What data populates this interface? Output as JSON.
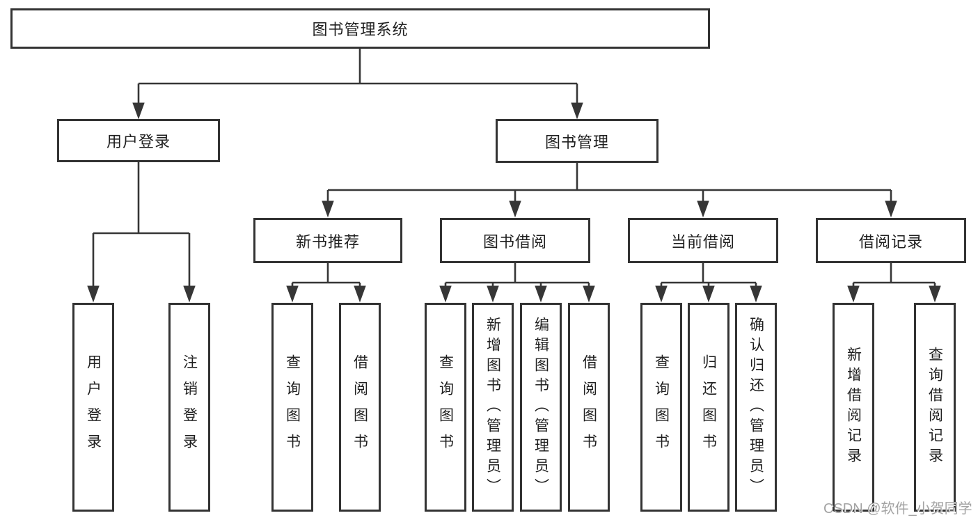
{
  "diagram_title": "图书管理系统",
  "tree": {
    "root": {
      "label": "图书管理系统",
      "children": [
        {
          "label": "用户登录",
          "children": [
            {
              "label": "用户登录"
            },
            {
              "label": "注销登录"
            }
          ]
        },
        {
          "label": "图书管理",
          "children": [
            {
              "label": "新书推荐",
              "children": [
                {
                  "label": "查询图书"
                },
                {
                  "label": "借阅图书"
                }
              ]
            },
            {
              "label": "图书借阅",
              "children": [
                {
                  "label": "查询图书"
                },
                {
                  "label": "新增图书（管理员）"
                },
                {
                  "label": "编辑图书（管理员）"
                },
                {
                  "label": "借阅图书"
                }
              ]
            },
            {
              "label": "当前借阅",
              "children": [
                {
                  "label": "查询图书"
                },
                {
                  "label": "归还图书"
                },
                {
                  "label": "确认归还（管理员）"
                }
              ]
            },
            {
              "label": "借阅记录",
              "children": [
                {
                  "label": "新增借阅记录"
                },
                {
                  "label": "查询借阅记录"
                }
              ]
            }
          ]
        }
      ]
    }
  },
  "watermark": {
    "text": "CSDN @软件_小贺同学"
  },
  "colors": {
    "line": "#363636",
    "box_border": "#333333",
    "box_fill": "#ffffff",
    "text": "#1f1f1f",
    "watermark": "#a3a3a3",
    "background": "#ffffff"
  }
}
